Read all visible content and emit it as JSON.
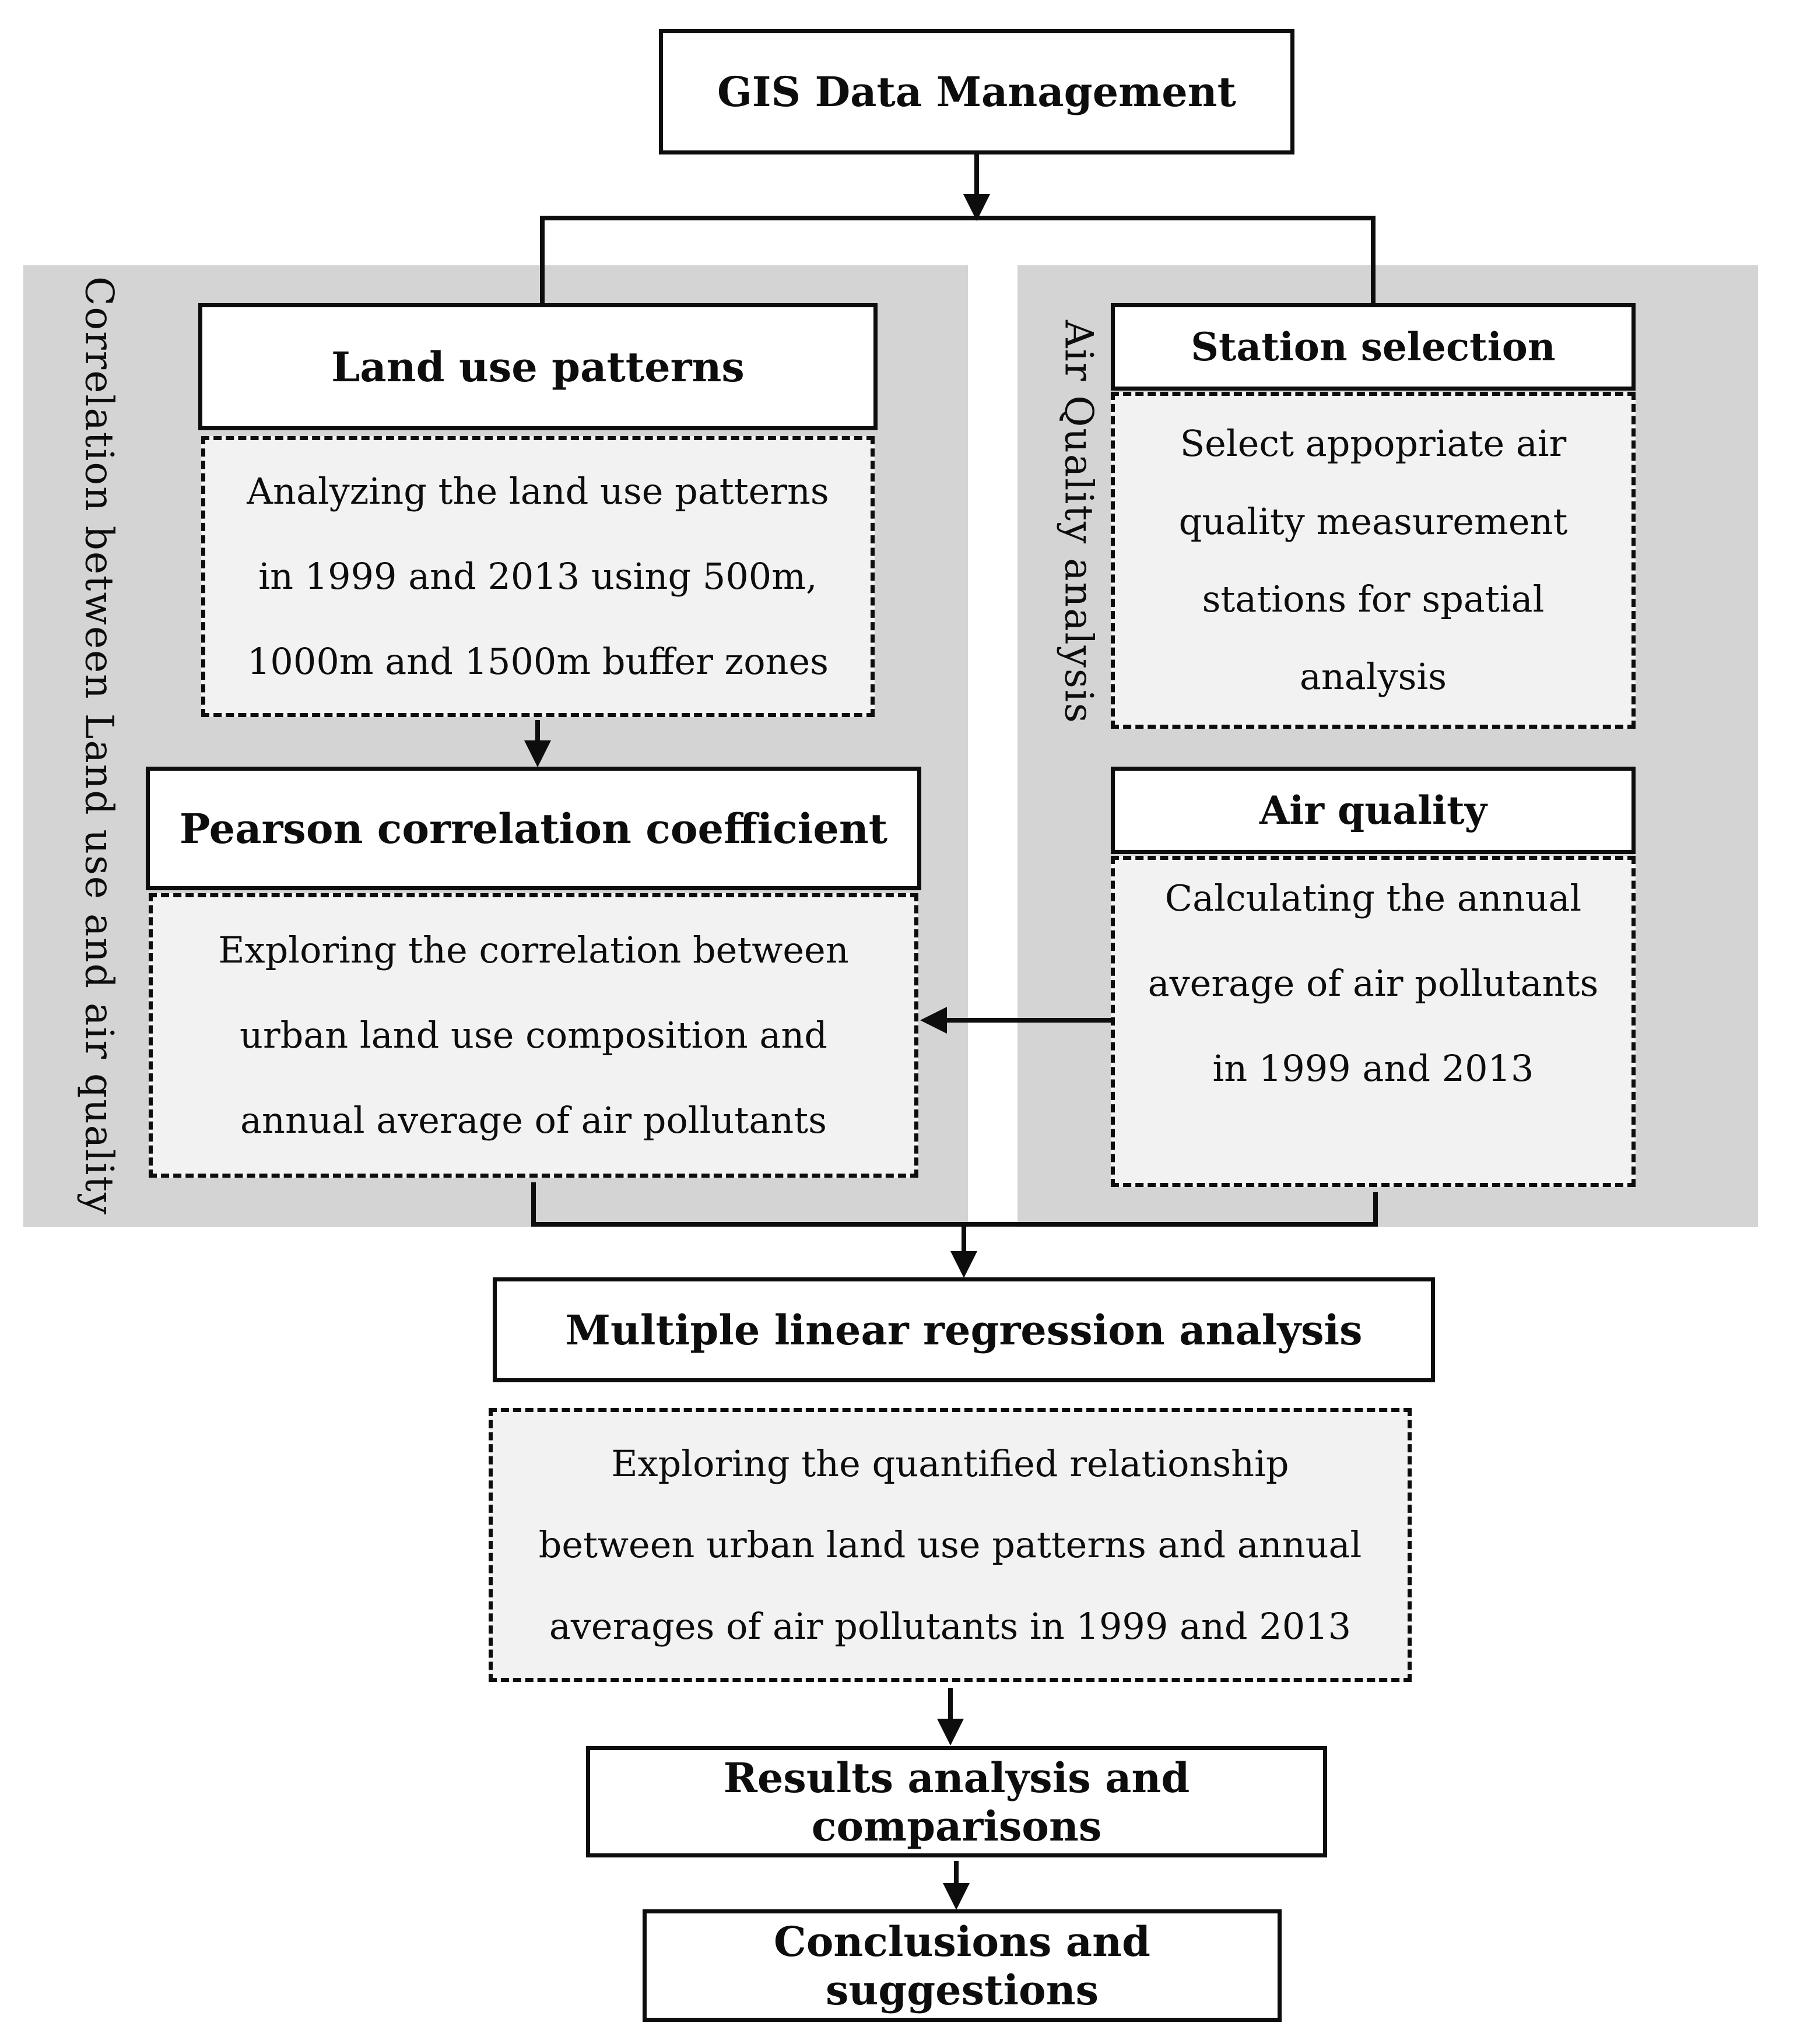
{
  "figure": {
    "top_box": "GIS Data Management",
    "left_panel": {
      "label": "Correlation between Land use and air quality",
      "land_use": {
        "header": "Land use patterns",
        "body": [
          "Analyzing the land use patterns",
          "in 1999 and 2013 using 500m,",
          "1000m and 1500m buffer zones"
        ]
      },
      "pearson": {
        "header": "Pearson correlation coefficient",
        "body": [
          "Exploring the correlation between",
          "urban land use composition and",
          "annual average of air pollutants"
        ]
      }
    },
    "right_panel": {
      "label": "Air Quality analysis",
      "station": {
        "header": "Station selection",
        "body": [
          "Select appopriate air",
          "quality measurement",
          "stations for spatial",
          "analysis"
        ]
      },
      "air_quality": {
        "header": "Air quality",
        "body": [
          "Calculating the annual",
          "average of air pollutants",
          "in 1999 and 2013"
        ]
      }
    },
    "regression": {
      "header": "Multiple linear regression analysis",
      "body": [
        "Exploring the quantified relationship",
        "between urban land use patterns and annual",
        "averages of air pollutants in 1999 and 2013"
      ]
    },
    "results_box": "Results analysis and comparisons",
    "conclusions_box": "Conclusions and suggestions"
  },
  "colors": {
    "panel_bg": "#d4d4d4",
    "dashed_bg": "#f2f2f2",
    "box_bg": "#ffffff",
    "line": "#0d0d0d"
  }
}
